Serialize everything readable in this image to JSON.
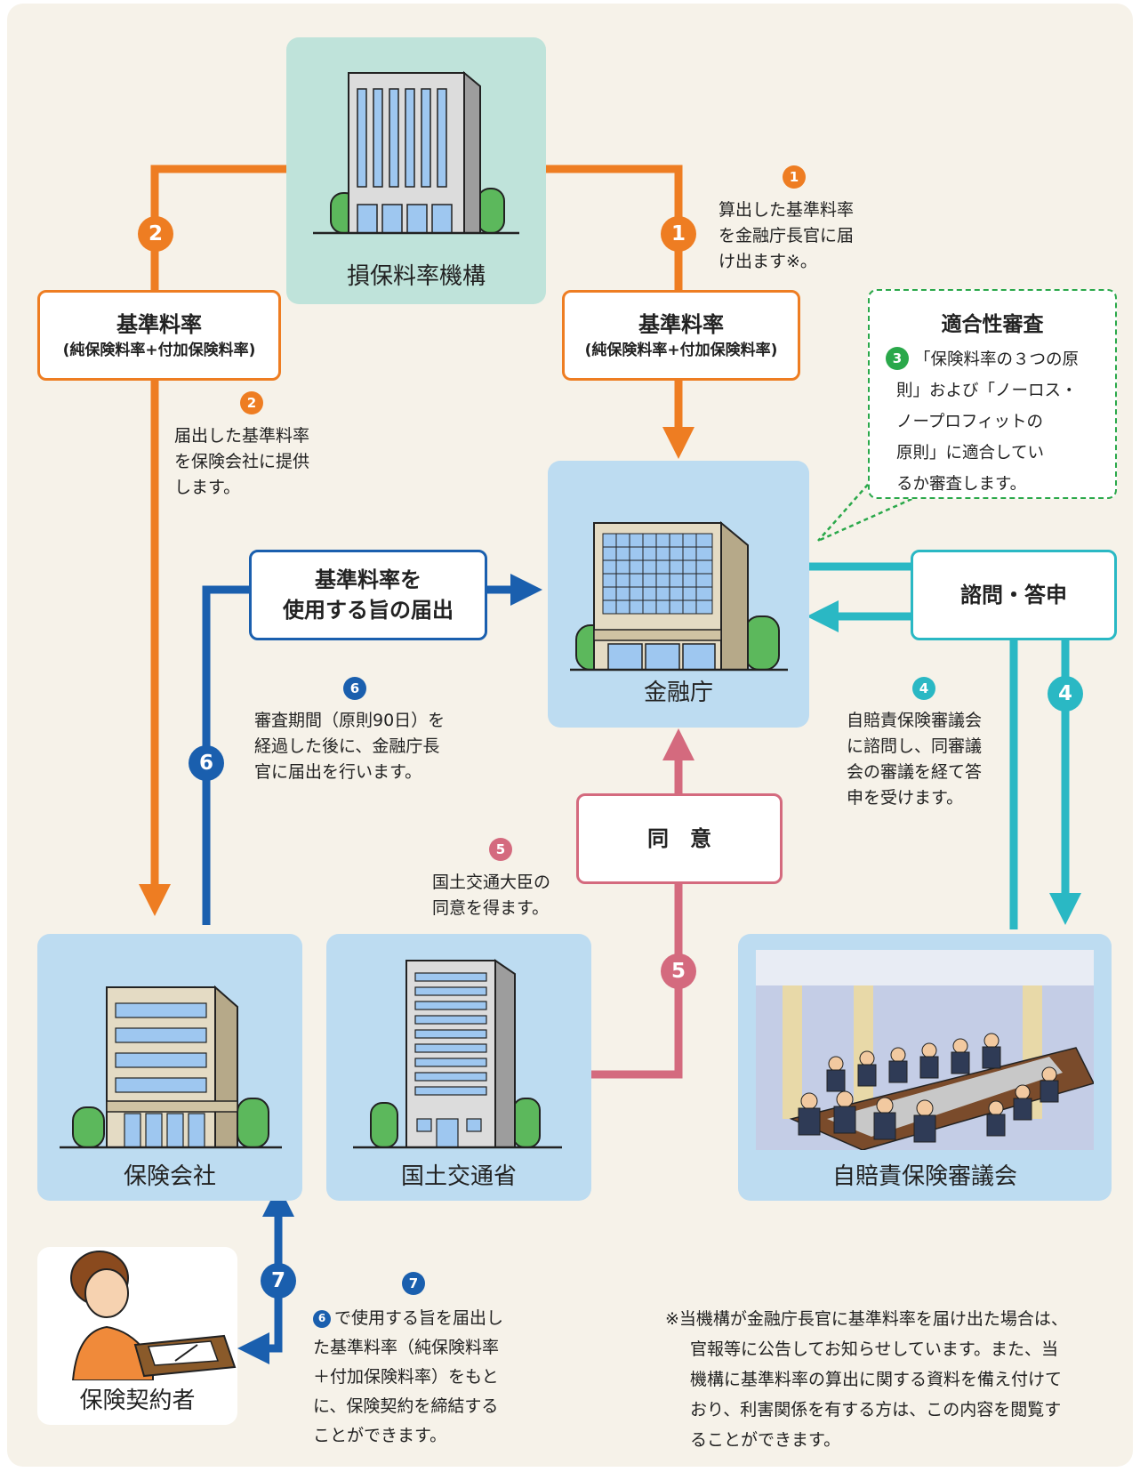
{
  "nodes": {
    "sonpo": "損保料率機構",
    "fsa": "金融庁",
    "insurer": "保険会社",
    "mlit": "国土交通省",
    "council": "自賠責保険審議会",
    "policyholder": "保険契約者"
  },
  "boxes": {
    "base_rate_title": "基準料率",
    "base_rate_sub": "(純保険料率+付加保険料率)",
    "usage_notice_1": "基準料率を",
    "usage_notice_2": "使用する旨の届出",
    "inquiry": "諮問・答申",
    "consent": "同　意"
  },
  "badges": [
    "1",
    "2",
    "3",
    "4",
    "5",
    "6",
    "7"
  ],
  "steps": {
    "s1": [
      "算出した基準料率",
      "を金融庁長官に届",
      "け出ます※。"
    ],
    "s2": [
      "届出した基準料率",
      "を保険会社に提供",
      "します。"
    ],
    "s3_title": "適合性審査",
    "s3": [
      "「保険料率の３つの原",
      "則」および「ノーロス・",
      "ノープロフィットの",
      "原則」に適合してい",
      "るか審査します。"
    ],
    "s4": [
      "自賠責保険審議会",
      "に諮問し、同審議",
      "会の審議を経て答",
      "申を受けます。"
    ],
    "s5": [
      "国土交通大臣の",
      "同意を得ます。"
    ],
    "s6": [
      "審査期間（原則90日）を",
      "経過した後に、金融庁長",
      "官に届出を行います。"
    ],
    "s7": [
      "で使用する旨を届出し",
      "た基準料率（純保険料率",
      "＋付加保険料率）をもと",
      "に、保険契約を締結する",
      "ことができます。"
    ]
  },
  "footnote": [
    "※当機構が金融庁長官に基準料率を届け出た場合は、",
    "官報等に公告してお知らせしています。また、当",
    "機構に基準料率の算出に関する資料を備え付けて",
    "おり、利害関係を有する方は、この内容を閲覧す",
    "ることができます。"
  ],
  "colors": {
    "orange": "#ee7d22",
    "blue": "#1a5fae",
    "green": "#2aa84a",
    "teal": "#2ab8c4",
    "pink": "#d46a7e",
    "panel_mint": "#bfe3da",
    "panel_blue": "#bddcf1"
  },
  "icons": [
    "office-building-icon",
    "government-building-icon",
    "meeting-room-icon",
    "person-signing-icon"
  ]
}
